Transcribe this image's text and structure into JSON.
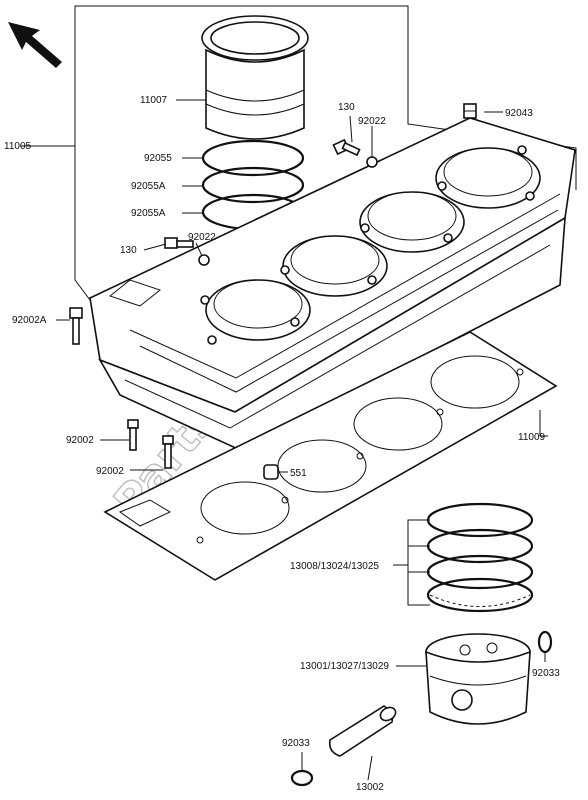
{
  "watermark": "PartsRepublik",
  "callouts": {
    "c11007": "11007",
    "c11005": "11005",
    "c130a": "130",
    "c92022a": "92022",
    "c92043": "92043",
    "c92055": "92055",
    "c92055A_1": "92055A",
    "c92055A_2": "92055A",
    "c130b": "130",
    "c92022b": "92022",
    "c92002A": "92002A",
    "c92002a": "92002",
    "c92002b": "92002",
    "c551": "551",
    "c11009": "11009",
    "c13008": "13008/13024/13025",
    "c13001": "13001/13027/13029",
    "c92033a": "92033",
    "c92033b": "92033",
    "c13002": "13002"
  }
}
